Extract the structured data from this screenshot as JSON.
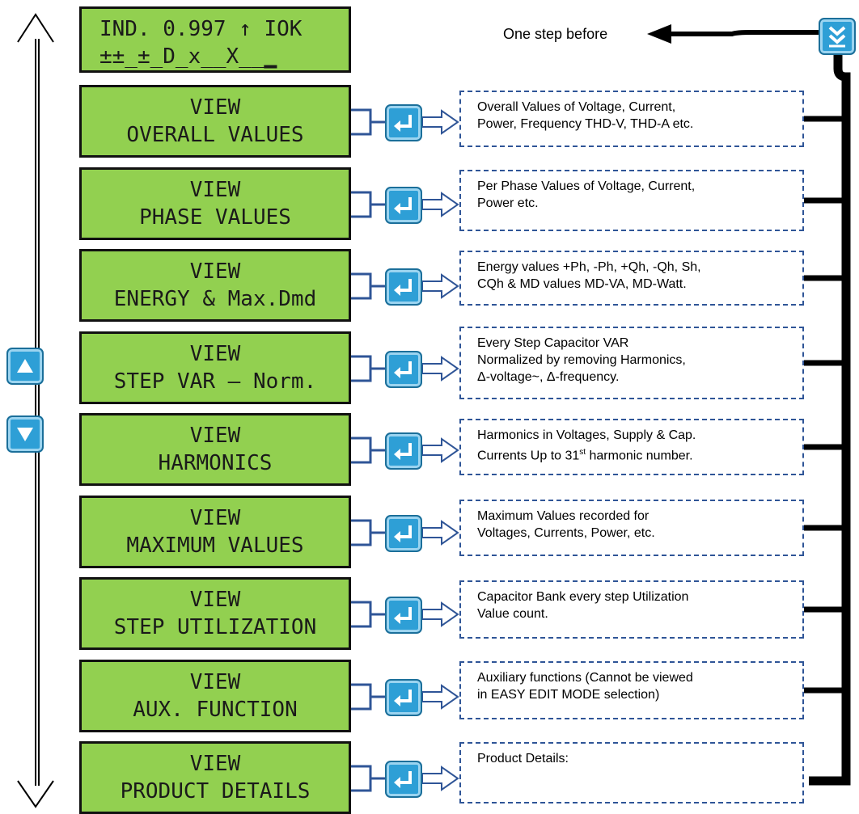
{
  "status_display": {
    "line1": "IND. 0.997 ↑ IOK",
    "line2": "±±_±_D_x__X__▁"
  },
  "one_step_before_label": "One step before",
  "menu_items": [
    {
      "line1": "VIEW",
      "line2": "OVERALL VALUES",
      "desc": [
        "Overall Values of Voltage, Current,",
        "Power, Frequency THD-V, THD-A etc."
      ]
    },
    {
      "line1": "VIEW",
      "line2": "PHASE VALUES",
      "desc": [
        "Per Phase Values of Voltage, Current,",
        "Power etc."
      ]
    },
    {
      "line1": "VIEW",
      "line2": "ENERGY & Max.Dmd",
      "desc": [
        "Energy values +Ph, -Ph, +Qh, -Qh, Sh,",
        "CQh & MD values MD-VA, MD-Watt."
      ]
    },
    {
      "line1": "VIEW",
      "line2": "STEP VAR – Norm.",
      "desc": [
        "Every Step Capacitor VAR",
        "Normalized by removing Harmonics,",
        "Δ-voltage~, Δ-frequency."
      ]
    },
    {
      "line1": "VIEW",
      "line2": "HARMONICS",
      "desc": [
        "Harmonics in Voltages, Supply & Cap.",
        "Currents Up to 31st harmonic number."
      ]
    },
    {
      "line1": "VIEW",
      "line2": "MAXIMUM VALUES",
      "desc": [
        "Maximum Values recorded for",
        "Voltages, Currents, Power, etc."
      ]
    },
    {
      "line1": "VIEW",
      "line2": "STEP UTILIZATION",
      "desc": [
        "Capacitor Bank every step Utilization",
        "Value count."
      ]
    },
    {
      "line1": "VIEW",
      "line2": "AUX. FUNCTION",
      "desc": [
        "Auxiliary functions (Cannot be viewed",
        "in EASY EDIT MODE selection)"
      ]
    },
    {
      "line1": "VIEW",
      "line2": "PRODUCT DETAILS",
      "desc": [
        "Product Details:"
      ]
    }
  ],
  "buttons": {
    "up": "up-arrow-icon",
    "down": "down-arrow-icon",
    "enter": "enter-icon",
    "back": "double-chevron-down-icon"
  },
  "colors": {
    "lcd_background": "#92d050",
    "button_blue": "#2e9fd6",
    "dashed_border": "#2f5597"
  }
}
